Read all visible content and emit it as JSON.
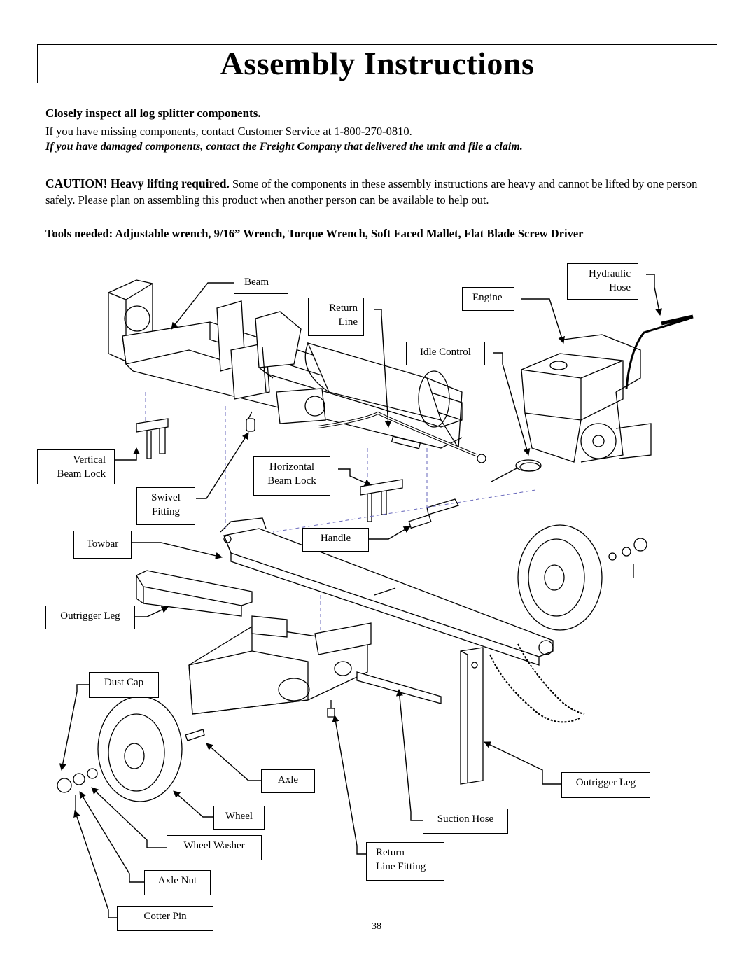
{
  "title": "Assembly Instructions",
  "intro": {
    "heading": "Closely inspect all log splitter components.",
    "missing": "If you have missing components, contact Customer Service at 1-800-270-0810.",
    "damaged": "If you have damaged components, contact the Freight Company that delivered the unit and file a claim."
  },
  "caution": {
    "lead": "CAUTION!  Heavy lifting required.",
    "body": "  Some of the components in these assembly instructions are heavy and cannot be lifted by one person safely.  Please plan on assembling this product when another person can be available to help out."
  },
  "tools": "Tools needed:  Adjustable wrench, 9/16” Wrench, Torque Wrench, Soft Faced Mallet, Flat Blade Screw Driver",
  "labels": {
    "beam": "Beam",
    "return_line_1": "Return",
    "return_line_2": "Line",
    "engine": "Engine",
    "hydraulic_hose_1": "Hydraulic",
    "hydraulic_hose_2": "Hose",
    "idle_control": "Idle Control",
    "vertical_beam_lock_1": "Vertical",
    "vertical_beam_lock_2": "Beam Lock",
    "horizontal_beam_lock_1": "Horizontal",
    "horizontal_beam_lock_2": "Beam Lock",
    "swivel_fitting_1": "Swivel",
    "swivel_fitting_2": "Fitting",
    "towbar": "Towbar",
    "handle": "Handle",
    "outrigger_leg_left": "Outrigger Leg",
    "dust_cap": "Dust Cap",
    "axle": "Axle",
    "outrigger_leg_right": "Outrigger Leg",
    "wheel": "Wheel",
    "suction_hose": "Suction Hose",
    "wheel_washer": "Wheel Washer",
    "return_line_fitting_1": "Return",
    "return_line_fitting_2": "Line Fitting",
    "axle_nut": "Axle Nut",
    "cotter_pin": "Cotter Pin"
  },
  "page_number": "38"
}
